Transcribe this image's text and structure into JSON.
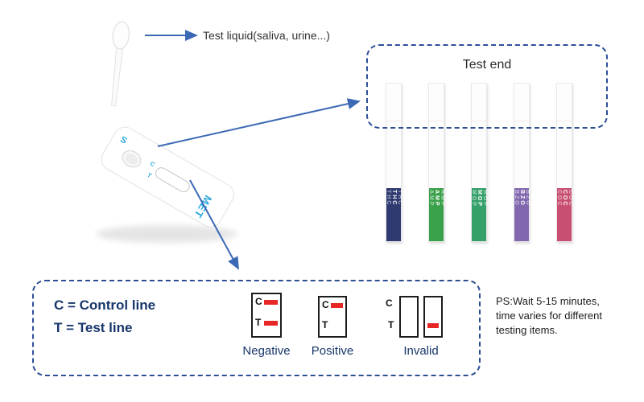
{
  "colors": {
    "accent": "#2d4f96",
    "arrow": "#3c69b5",
    "navy": "#17366b",
    "red": "#e62725",
    "brand_blue": "#2aa7df"
  },
  "annotations": {
    "test_liquid": "Test liquid(saliva, urine...)",
    "ps": [
      "PS:Wait 5-15 minutes,",
      "time varies for different",
      "testing items."
    ]
  },
  "cassette": {
    "sample_well_label": "S",
    "control_label": "C",
    "test_label": "T",
    "brand": "MET"
  },
  "test_end": {
    "title": "Test end",
    "strips": [
      {
        "label": "THC",
        "color": "#2f3a70"
      },
      {
        "label": "AMP",
        "color": "#3aa14b"
      },
      {
        "label": "MOP",
        "color": "#35a06a"
      },
      {
        "label": "BZO",
        "color": "#8168ae"
      },
      {
        "label": "COC",
        "color": "#c94f72"
      }
    ]
  },
  "results": {
    "legend": [
      "C = Control line",
      "T = Test line"
    ],
    "window_labels": {
      "c": "C",
      "t": "T"
    },
    "examples": [
      {
        "name": "Negative",
        "windows": [
          {
            "c_line": true,
            "t_line": true
          }
        ]
      },
      {
        "name": "Positive",
        "windows": [
          {
            "c_line": true,
            "t_line": false
          }
        ]
      },
      {
        "name": "Invalid",
        "windows": [
          {
            "c_line": false,
            "t_line": false
          },
          {
            "c_line": false,
            "t_line": true
          }
        ]
      }
    ]
  }
}
